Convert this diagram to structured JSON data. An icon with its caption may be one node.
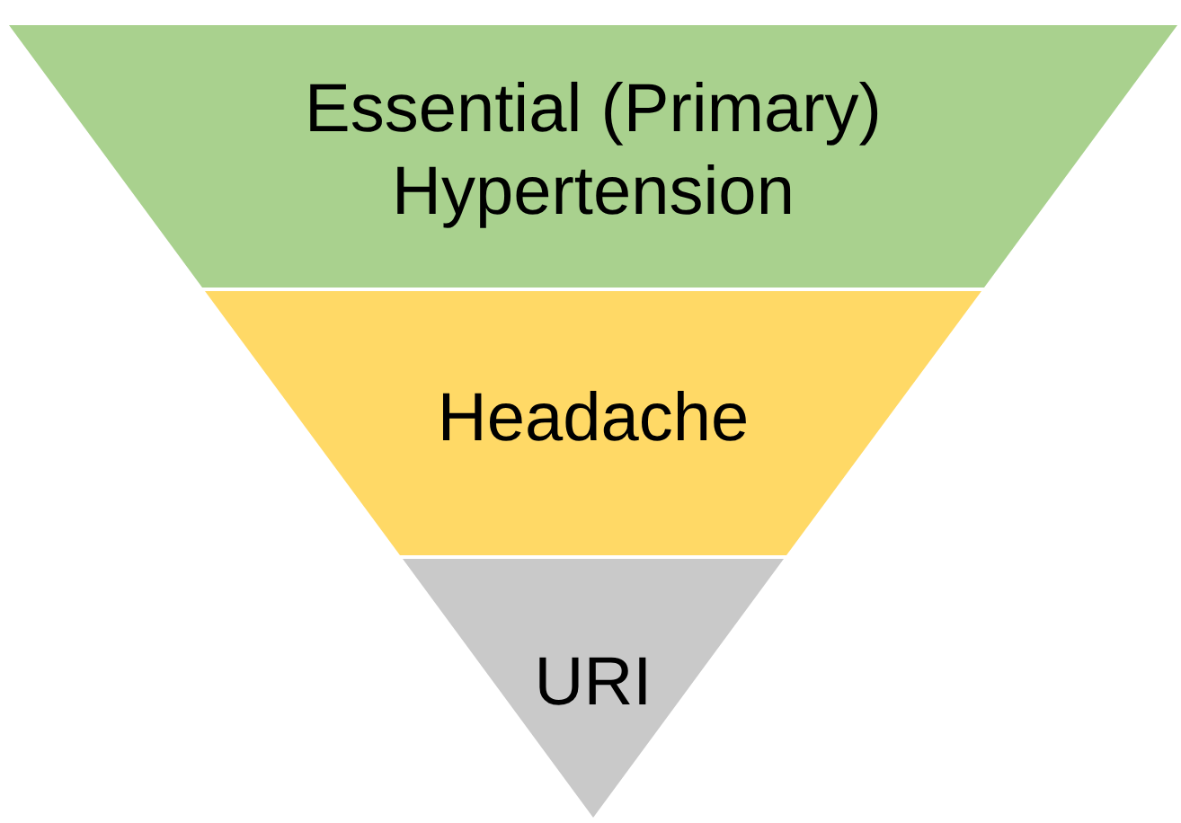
{
  "diagram": {
    "nodes": [
      {
        "text": [
          "Essential (Primary) Hypertension"
        ]
      },
      {
        "text": [
          "Headache"
        ]
      },
      {
        "text": [
          "URI"
        ]
      }
    ]
  }
}
